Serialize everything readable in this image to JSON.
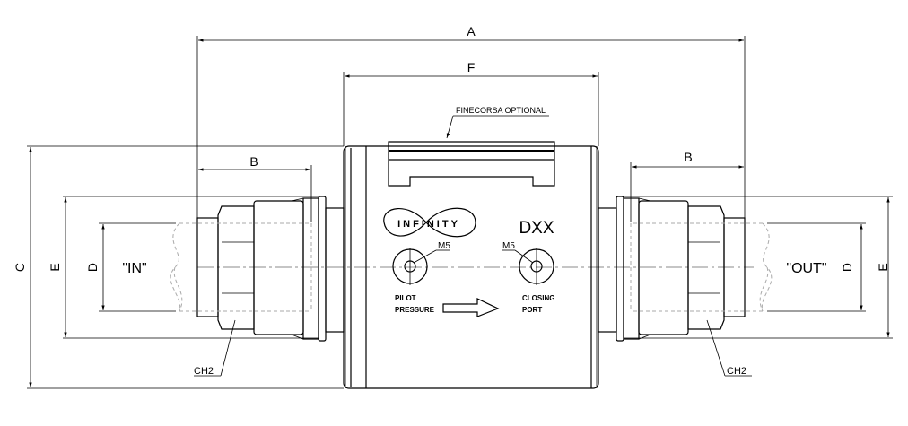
{
  "drawing": {
    "dimensions": {
      "A": "A",
      "B": "B",
      "C": "C",
      "D": "D",
      "E": "E",
      "F": "F"
    },
    "callouts": {
      "limit_switch": "FINECORSA OPTIONAL",
      "thread_left": "M5",
      "thread_right": "M5",
      "hex_left": "CH2",
      "hex_right": "CH2"
    },
    "ports": {
      "inlet": "\"IN\"",
      "outlet": "\"OUT\""
    },
    "body": {
      "brand": "INFINITY",
      "model": "DXX",
      "pilot_label_1": "PILOT",
      "pilot_label_2": "PRESSURE",
      "closing_label_1": "CLOSING",
      "closing_label_2": "PORT"
    }
  }
}
